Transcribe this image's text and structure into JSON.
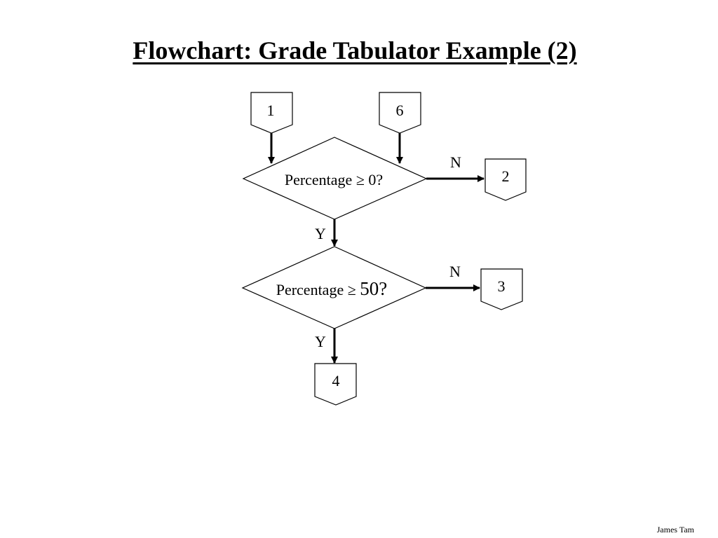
{
  "slide": {
    "title": "Flowchart: Grade Tabulator Example (2)",
    "footer": "James Tam"
  },
  "connectors": {
    "in_left": "1",
    "in_right": "6",
    "out_no_first": "2",
    "out_no_second": "3",
    "out_yes_second": "4"
  },
  "decisions": {
    "first": {
      "label_prefix": "Percentage ≥ ",
      "label_value": "0?"
    },
    "second": {
      "label_prefix": "Percentage ≥ ",
      "label_value": "50?"
    }
  },
  "branches": {
    "first_no": "N",
    "first_yes": "Y",
    "second_no": "N",
    "second_yes": "Y"
  },
  "colors": {
    "line": "#000000",
    "background": "#ffffff"
  }
}
